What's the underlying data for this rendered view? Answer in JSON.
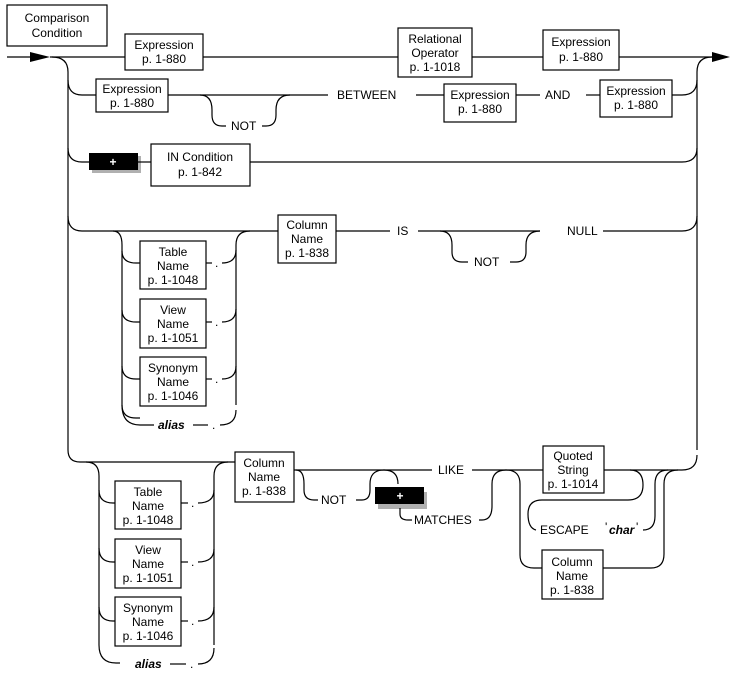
{
  "title": {
    "lines": [
      "Comparison",
      "Condition"
    ]
  },
  "boxes": {
    "expr_top": [
      "Expression",
      "p. 1-880"
    ],
    "rel_op": [
      "Relational",
      "Operator",
      "p. 1-1018"
    ],
    "expr_top2": [
      "Expression",
      "p. 1-880"
    ],
    "expr_between_left": [
      "Expression",
      "p. 1-880"
    ],
    "expr_between_mid": [
      "Expression",
      "p. 1-880"
    ],
    "expr_between_right": [
      "Expression",
      "p. 1-880"
    ],
    "in_condition": [
      "IN Condition",
      "p. 1-842"
    ],
    "column_name_null": [
      "Column",
      "Name",
      "p. 1-838"
    ],
    "table_name_1": [
      "Table",
      "Name",
      "p. 1-1048"
    ],
    "view_name_1": [
      "View",
      "Name",
      "p. 1-1051"
    ],
    "synonym_name_1": [
      "Synonym",
      "Name",
      "p. 1-1046"
    ],
    "column_name_like": [
      "Column",
      "Name",
      "p. 1-838"
    ],
    "table_name_2": [
      "Table",
      "Name",
      "p. 1-1048"
    ],
    "view_name_2": [
      "View",
      "Name",
      "p. 1-1051"
    ],
    "synonym_name_2": [
      "Synonym",
      "Name",
      "p. 1-1046"
    ],
    "quoted_string": [
      "Quoted",
      "String",
      "p. 1-1014"
    ],
    "column_name_escape": [
      "Column",
      "Name",
      "p. 1-838"
    ]
  },
  "keywords": {
    "not_between": "NOT",
    "between": "BETWEEN",
    "and": "AND",
    "is": "IS",
    "not_null": "NOT",
    "null": "NULL",
    "alias_1": "alias",
    "alias_2": "alias",
    "dot": ".",
    "not_like": "NOT",
    "like": "LIKE",
    "matches": "MATCHES",
    "escape": "ESCAPE",
    "char": "char",
    "plus_1": "+",
    "plus_2": "+"
  }
}
